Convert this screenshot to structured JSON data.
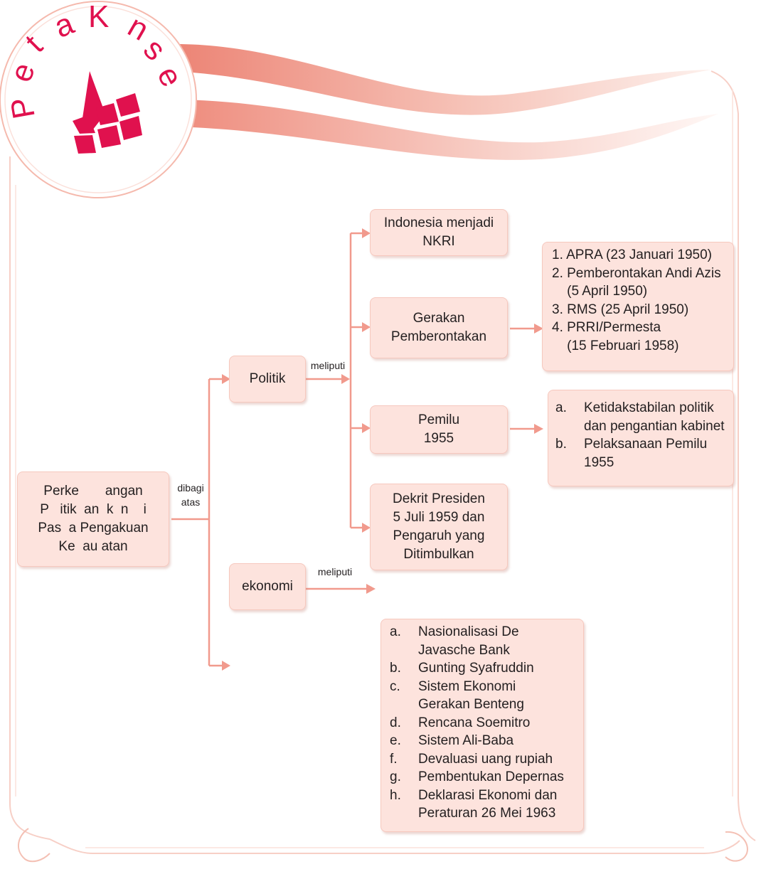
{
  "title": {
    "chars": [
      "P",
      "e",
      "t",
      "a",
      "K",
      "n",
      "s",
      "e"
    ]
  },
  "root": {
    "lines": [
      "Perke       angan",
      "P   itik  an  k  n    i",
      "Pas  a Pengakuan",
      "Ke  au atan"
    ]
  },
  "root_label": {
    "line1": "dibagi",
    "line2": "atas"
  },
  "politik": {
    "label": "Politik",
    "connector": "meliputi"
  },
  "ekonomi": {
    "label": "ekonomi",
    "connector": "meliputi"
  },
  "politics_items": {
    "nkri": [
      "Indonesia menjadi",
      "NKRI"
    ],
    "gerakan": [
      "Gerakan",
      "Pemberontakan"
    ],
    "pemilu": [
      "Pemilu",
      "1955"
    ],
    "dekrit": [
      "Dekrit Presiden",
      "5 Juli 1959 dan",
      "Pengaruh yang",
      "Ditimbulkan"
    ]
  },
  "rebellions": [
    "1. APRA (23 Januari 1950)",
    "2. Pemberontakan Andi Azis",
    "    (5 April 1950)",
    "3. RMS (25 April 1950)",
    "4. PRRI/Permesta",
    "    (15 Februari 1958)"
  ],
  "pemilu_details": [
    {
      "letter": "a.",
      "lines": [
        "Ketidakstabilan politik",
        "dan pengantian kabinet"
      ]
    },
    {
      "letter": "b.",
      "lines": [
        "Pelaksanaan Pemilu",
        "1955"
      ]
    }
  ],
  "economy_details": [
    {
      "letter": "a.",
      "lines": [
        "Nasionalisasi De",
        "Javasche Bank"
      ]
    },
    {
      "letter": "b.",
      "lines": [
        "Gunting Syafruddin"
      ]
    },
    {
      "letter": "c.",
      "lines": [
        "Sistem Ekonomi",
        "Gerakan Benteng"
      ]
    },
    {
      "letter": "d.",
      "lines": [
        "Rencana Soemitro"
      ]
    },
    {
      "letter": "e.",
      "lines": [
        "Sistem Ali-Baba"
      ]
    },
    {
      "letter": "f.",
      "lines": [
        "Devaluasi uang rupiah"
      ]
    },
    {
      "letter": "g.",
      "lines": [
        "Pembentukan Depernas"
      ]
    },
    {
      "letter": "h.",
      "lines": [
        "Deklarasi Ekonomi dan",
        "Peraturan 26 Mei 1963"
      ]
    }
  ],
  "colors": {
    "accent": "#e0114e",
    "box_fill": "#fde3dd",
    "connector": "#f19a8d",
    "frame": "#f7cfc6"
  }
}
